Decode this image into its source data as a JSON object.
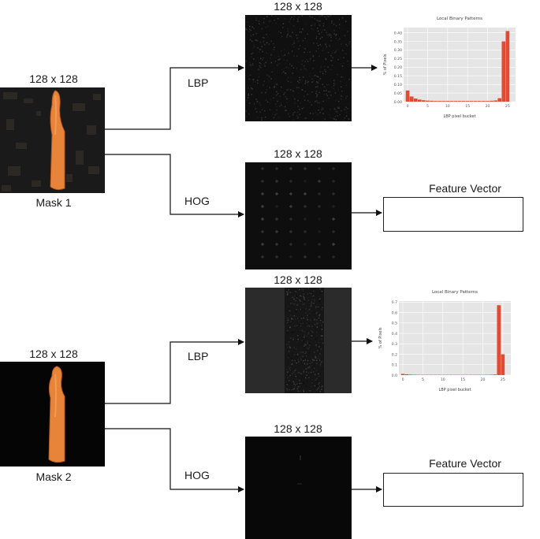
{
  "mask1": {
    "size_label": "128 x 128",
    "caption": "Mask 1"
  },
  "mask2": {
    "size_label": "128 x 128",
    "caption": "Mask 2"
  },
  "row1_lbp": {
    "method": "LBP",
    "size_label": "128 x 128"
  },
  "row1_hog": {
    "method": "HOG",
    "size_label": "128 x 128",
    "feature_title": "Feature Vector"
  },
  "row2_lbp": {
    "method": "LBP",
    "size_label": "128 x 128"
  },
  "row2_hog": {
    "method": "HOG",
    "size_label": "128 x 128",
    "feature_title": "Feature Vector"
  },
  "colors": {
    "bar": "#e24a33",
    "plot_bg": "#e5e5e5",
    "carrot": "#e8843a"
  },
  "chart_data": [
    {
      "type": "bar",
      "title": "Local Binary Patterns",
      "xlabel": "LBP pixel bucket",
      "ylabel": "% of Pixels",
      "xlim": [
        -1,
        27
      ],
      "ylim": [
        0,
        0.43
      ],
      "xticks": [
        0,
        5,
        10,
        15,
        20,
        25
      ],
      "yticks": [
        0.0,
        0.05,
        0.1,
        0.15,
        0.2,
        0.25,
        0.3,
        0.35,
        0.4
      ],
      "ytick_labels": [
        "0.00",
        "0.05",
        "0.10",
        "0.15",
        "0.20",
        "0.25",
        "0.30",
        "0.35",
        "0.40"
      ],
      "categories": [
        0,
        1,
        2,
        3,
        4,
        5,
        6,
        7,
        8,
        9,
        10,
        11,
        12,
        13,
        14,
        15,
        16,
        17,
        18,
        19,
        20,
        21,
        22,
        23,
        24,
        25
      ],
      "values": [
        0.065,
        0.03,
        0.018,
        0.012,
        0.008,
        0.006,
        0.005,
        0.004,
        0.004,
        0.004,
        0.004,
        0.004,
        0.004,
        0.004,
        0.004,
        0.004,
        0.004,
        0.004,
        0.004,
        0.004,
        0.004,
        0.005,
        0.007,
        0.02,
        0.35,
        0.41
      ],
      "grid": true
    },
    {
      "type": "bar",
      "title": "Local Binary Patterns",
      "xlabel": "LBP pixel bucket",
      "ylabel": "% of Pixels",
      "xlim": [
        -1,
        27
      ],
      "ylim": [
        0,
        0.71
      ],
      "xticks": [
        0,
        5,
        10,
        15,
        20,
        25
      ],
      "yticks": [
        0.0,
        0.1,
        0.2,
        0.3,
        0.4,
        0.5,
        0.6,
        0.7
      ],
      "ytick_labels": [
        "0.0",
        "0.1",
        "0.2",
        "0.3",
        "0.4",
        "0.5",
        "0.6",
        "0.7"
      ],
      "categories": [
        0,
        1,
        2,
        3,
        4,
        5,
        6,
        7,
        8,
        9,
        10,
        11,
        12,
        13,
        14,
        15,
        16,
        17,
        18,
        19,
        20,
        21,
        22,
        23,
        24,
        25
      ],
      "values": [
        0.012,
        0.008,
        0.005,
        0.004,
        0.003,
        0.003,
        0.003,
        0.003,
        0.003,
        0.003,
        0.003,
        0.003,
        0.003,
        0.003,
        0.003,
        0.003,
        0.003,
        0.003,
        0.003,
        0.003,
        0.003,
        0.003,
        0.004,
        0.006,
        0.67,
        0.2
      ],
      "grid": true
    }
  ]
}
